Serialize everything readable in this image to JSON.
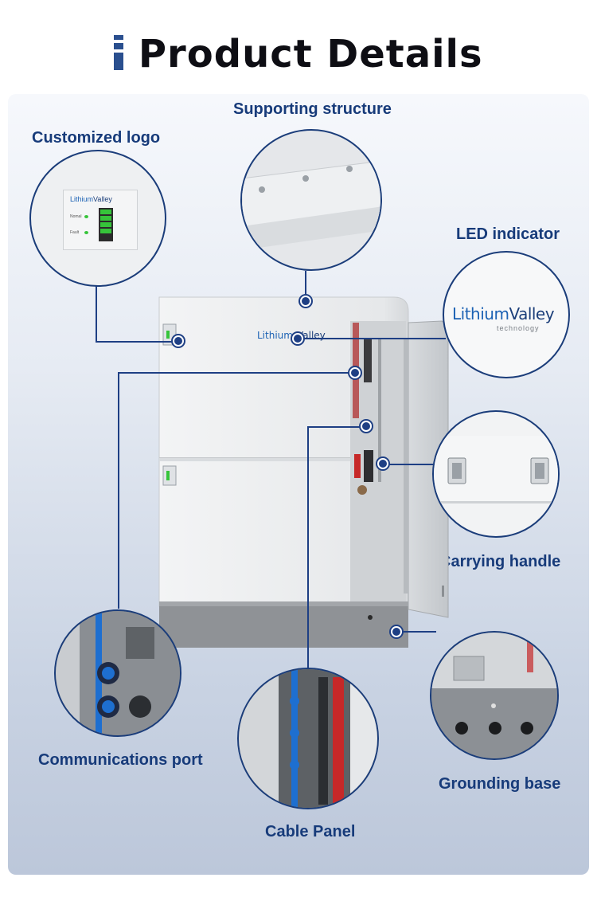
{
  "title": "Product Details",
  "labels": {
    "customized_logo": "Customized logo",
    "supporting_structure": "Supporting structure",
    "led_indicator": "LED indicator",
    "carrying_handle": "Carrying handle",
    "communications_port": "Communications port",
    "grounding_base": "Grounding base",
    "cable_panel": "Cable Panel"
  },
  "brand": {
    "name": "Lithium",
    "name2": "Valley",
    "sub": "technology"
  },
  "panel_status": {
    "normal": "Nomal",
    "fault": "Fault"
  },
  "colors": {
    "accent": "#1e3f84",
    "label": "#173b7a",
    "brand_blue": "#1c62b4",
    "led_green": "#36c43a"
  }
}
